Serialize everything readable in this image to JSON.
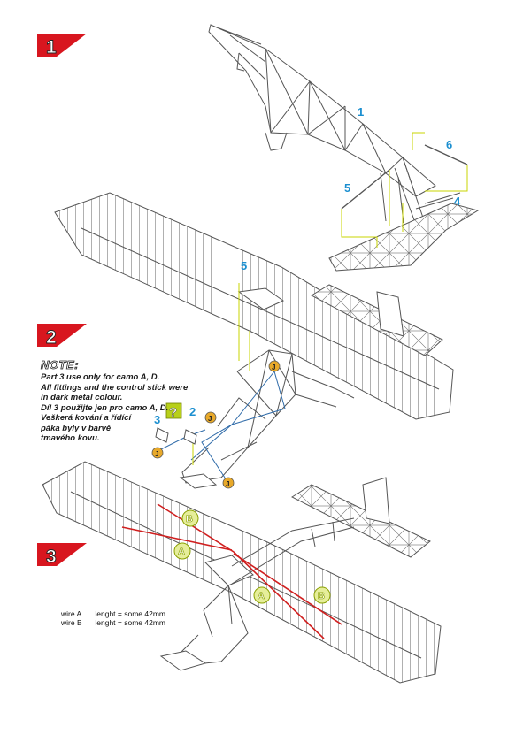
{
  "steps": [
    {
      "number": "1"
    },
    {
      "number": "2"
    },
    {
      "number": "3"
    }
  ],
  "part_labels": {
    "step1": [
      "1",
      "6",
      "5",
      "4"
    ],
    "step2": [
      "5",
      "3",
      "2"
    ]
  },
  "question_mark": "?",
  "note": {
    "title": "NOTE:",
    "lines": [
      "Part 3 use only for camo A, D.",
      "All fittings and the control stick were",
      "in dark metal colour.",
      "Díl 3 použijte jen pro camo A, D.",
      "Veškerá kování a řídící",
      "páka byly v barvě",
      "tmavého kovu."
    ]
  },
  "joint_marker": "J",
  "wire_markers": [
    "B",
    "A",
    "A",
    "B"
  ],
  "wire_legend": [
    {
      "wire": "wire A",
      "length": "lenght = some 42mm"
    },
    {
      "wire": "wire B",
      "length": "lenght = some 42mm"
    }
  ],
  "colors": {
    "step_badge": "#d8161f",
    "part_label": "#1b8fd0",
    "guide_line": "#c9d400",
    "wire": "#d01f1f",
    "marker_fill": "#e6ee9a",
    "marker_stroke": "#8aa000",
    "joint_fill": "#e8a92a",
    "linework": "#555555"
  }
}
